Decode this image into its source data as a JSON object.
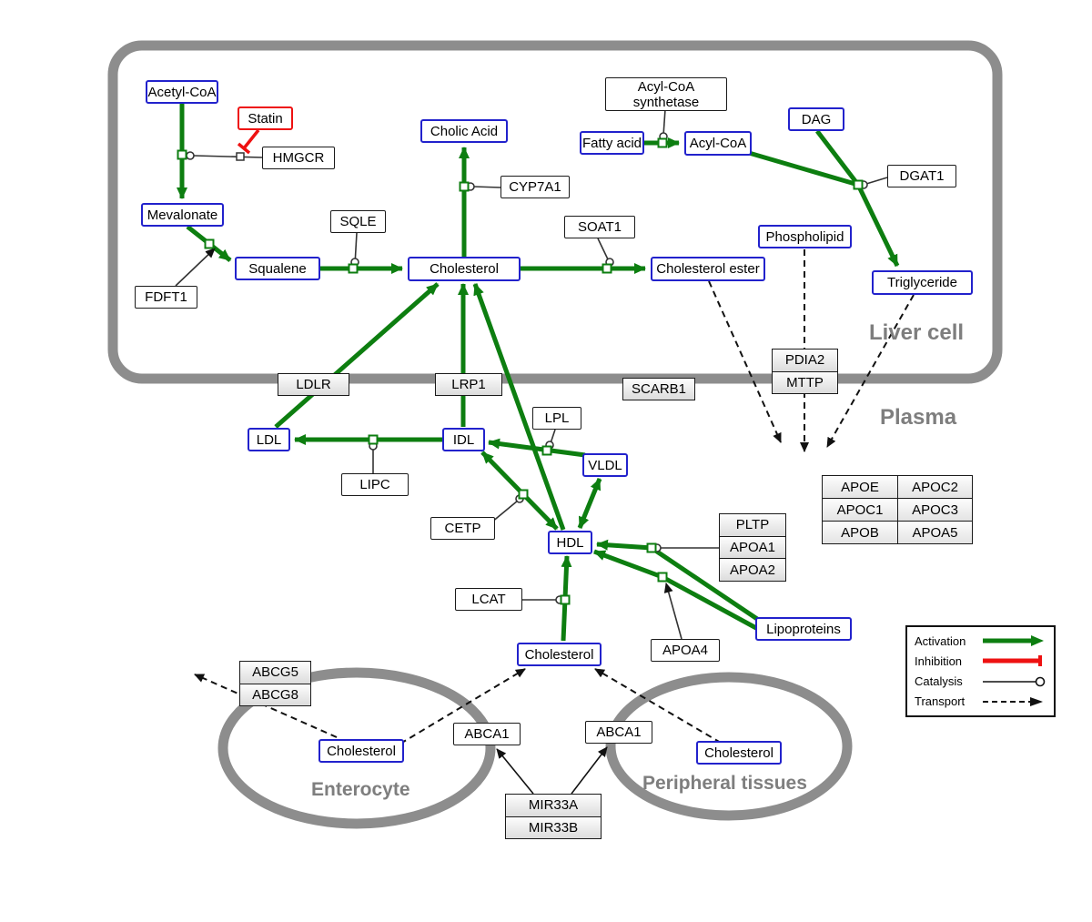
{
  "diagram": {
    "compartments": {
      "liver_label": "Liver cell",
      "plasma_label": "Plasma",
      "enterocyte_label": "Enterocyte",
      "peripheral_label": "Peripheral tissues"
    },
    "nodes": {
      "acetyl_coa": "Acetyl-CoA",
      "statin": "Statin",
      "hmgcr": "HMGCR",
      "mevalonate": "Mevalonate",
      "fdft1": "FDFT1",
      "squalene": "Squalene",
      "sqle": "SQLE",
      "cholesterol_liver": "Cholesterol",
      "cholic_acid": "Cholic Acid",
      "cyp7a1": "CYP7A1",
      "soat1": "SOAT1",
      "cholesterol_ester": "Cholesterol ester",
      "fatty_acid": "Fatty acid",
      "acyl_coa_synthetase": "Acyl-CoA synthetase",
      "acyl_coa": "Acyl-CoA",
      "dag": "DAG",
      "dgat1": "DGAT1",
      "phospholipid": "Phospholipid",
      "triglyceride": "Triglyceride",
      "pdia2": "PDIA2",
      "mttp": "MTTP",
      "ldlr": "LDLR",
      "lrp1": "LRP1",
      "scarb1": "SCARB1",
      "ldl": "LDL",
      "idl": "IDL",
      "vldl": "VLDL",
      "hdl": "HDL",
      "lipc": "LIPC",
      "lpl": "LPL",
      "cetp": "CETP",
      "lcat": "LCAT",
      "pltp": "PLTP",
      "apoa1": "APOA1",
      "apoa2": "APOA2",
      "apoa4": "APOA4",
      "lipoproteins": "Lipoproteins",
      "cholesterol_plasma": "Cholesterol",
      "abcg5": "ABCG5",
      "abcg8": "ABCG8",
      "cholesterol_enterocyte": "Cholesterol",
      "abca1_left": "ABCA1",
      "abca1_right": "ABCA1",
      "cholesterol_peripheral": "Cholesterol",
      "mir33a": "MIR33A",
      "mir33b": "MIR33B"
    },
    "apo_table": [
      [
        "APOE",
        "APOC2"
      ],
      [
        "APOC1",
        "APOC3"
      ],
      [
        "APOB",
        "APOA5"
      ]
    ],
    "legend": {
      "activation": "Activation",
      "inhibition": "Inhibition",
      "catalysis": "Catalysis",
      "transport": "Transport"
    },
    "colors": {
      "activation_green": "#0d7e10",
      "inhibition_red": "#ee1111",
      "metabolite_blue": "#2222cc",
      "compartment_gray": "#8d8d8d"
    }
  }
}
